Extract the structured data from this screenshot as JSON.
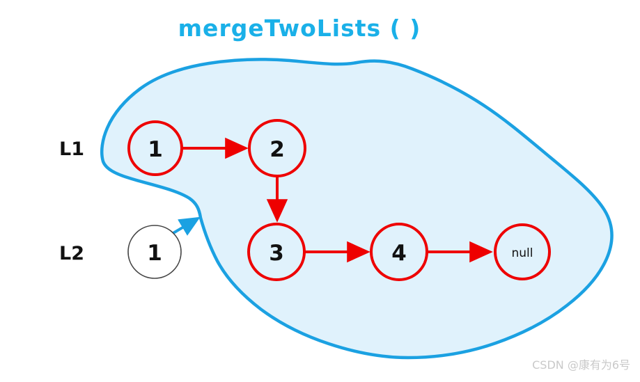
{
  "title": {
    "text": "mergeTwoLists ( )",
    "color": "#1ab0e8"
  },
  "colors": {
    "blob_fill": "#e0f2fc",
    "blob_stroke": "#1ba1e2",
    "node_red": "#ee0000",
    "node_plain": "#444444",
    "label_black": "#111111",
    "watermark_gray": "#c9c9c9",
    "background": "#ffffff"
  },
  "labels": {
    "l1": "L1",
    "l2": "L2"
  },
  "nodes": {
    "l1_head": "1",
    "l1_second": "2",
    "merged_third": "3",
    "merged_fourth": "4",
    "terminator": "null",
    "l2_head": "1"
  },
  "watermark": {
    "text": "CSDN @康有为6号"
  }
}
